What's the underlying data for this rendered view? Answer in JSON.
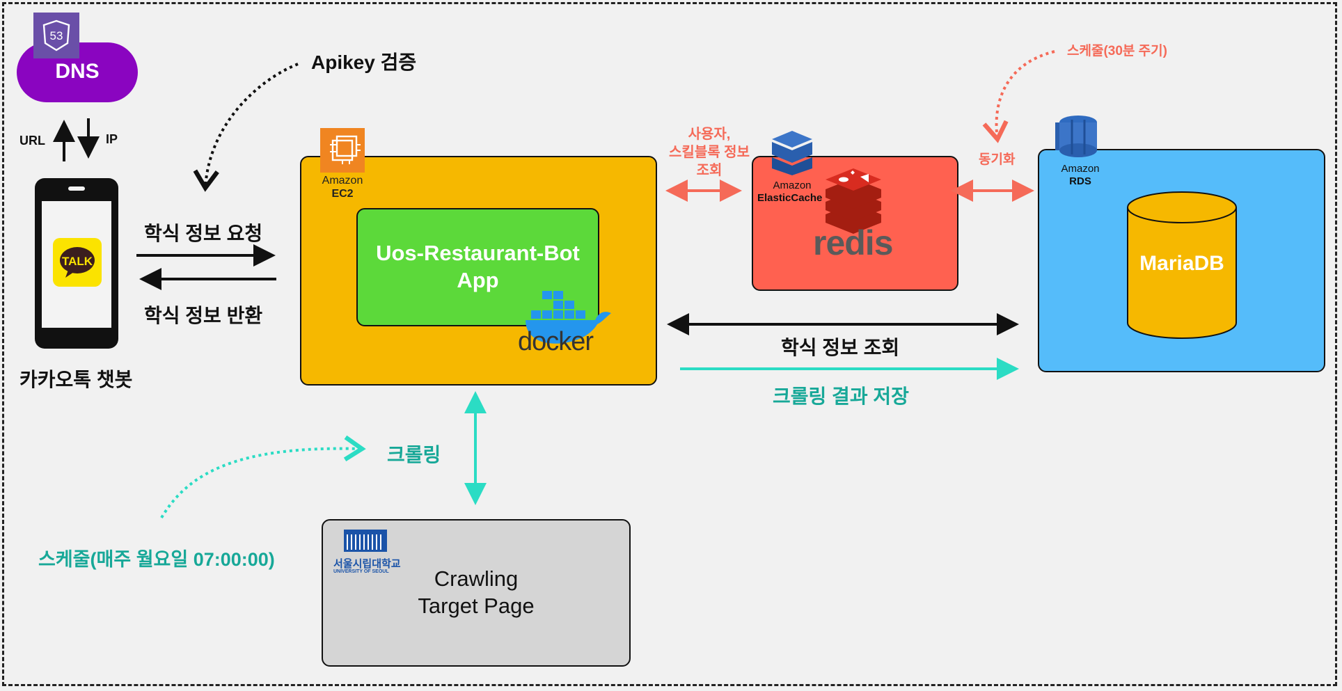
{
  "dns": {
    "label": "DNS",
    "badge": "53"
  },
  "phone": {
    "talk_label": "TALK",
    "url_label": "URL",
    "ip_label": "IP",
    "caption": "카카오톡 챗봇"
  },
  "apikey": {
    "label": "Apikey 검증"
  },
  "requests": {
    "request_label": "학식 정보 요청",
    "return_label": "학식 정보 반환"
  },
  "ec2": {
    "amazon": "Amazon",
    "name": "EC2",
    "app_line1": "Uos-Restaurant-Bot",
    "app_line2": "App",
    "docker_label": "docker"
  },
  "cache": {
    "query_line1": "사용자,",
    "query_line2": "스킬블록 정보",
    "query_line3": "조회",
    "amazon": "Amazon",
    "name": "ElasticCache",
    "redis_label": "redis"
  },
  "rds": {
    "sync_label": "동기화",
    "schedule_label": "스케줄(30분 주기)",
    "amazon": "Amazon",
    "name": "RDS",
    "db_label": "MariaDB"
  },
  "flows": {
    "lookup_label": "학식 정보 조회",
    "save_label": "크롤링 결과 저장"
  },
  "crawl": {
    "label": "크롤링",
    "schedule_label": "스케줄(매주 월요일 07:00:00)",
    "target_line1": "Crawling",
    "target_line2": "Target Page",
    "univ_kr": "서울시립대학교",
    "univ_en": "UNIVERSITY OF SEOUL"
  },
  "colors": {
    "dns": "#8a05c0",
    "ec2_box": "#f6b800",
    "app_box": "#5cd93a",
    "redis_box": "#ff6150",
    "rds_box": "#55bcfa",
    "mariadb": "#f6b800",
    "crawl_box": "#d5d5d5",
    "salmon": "#f56a58",
    "teal": "#2bdcc4",
    "teal_text": "#17a898"
  }
}
